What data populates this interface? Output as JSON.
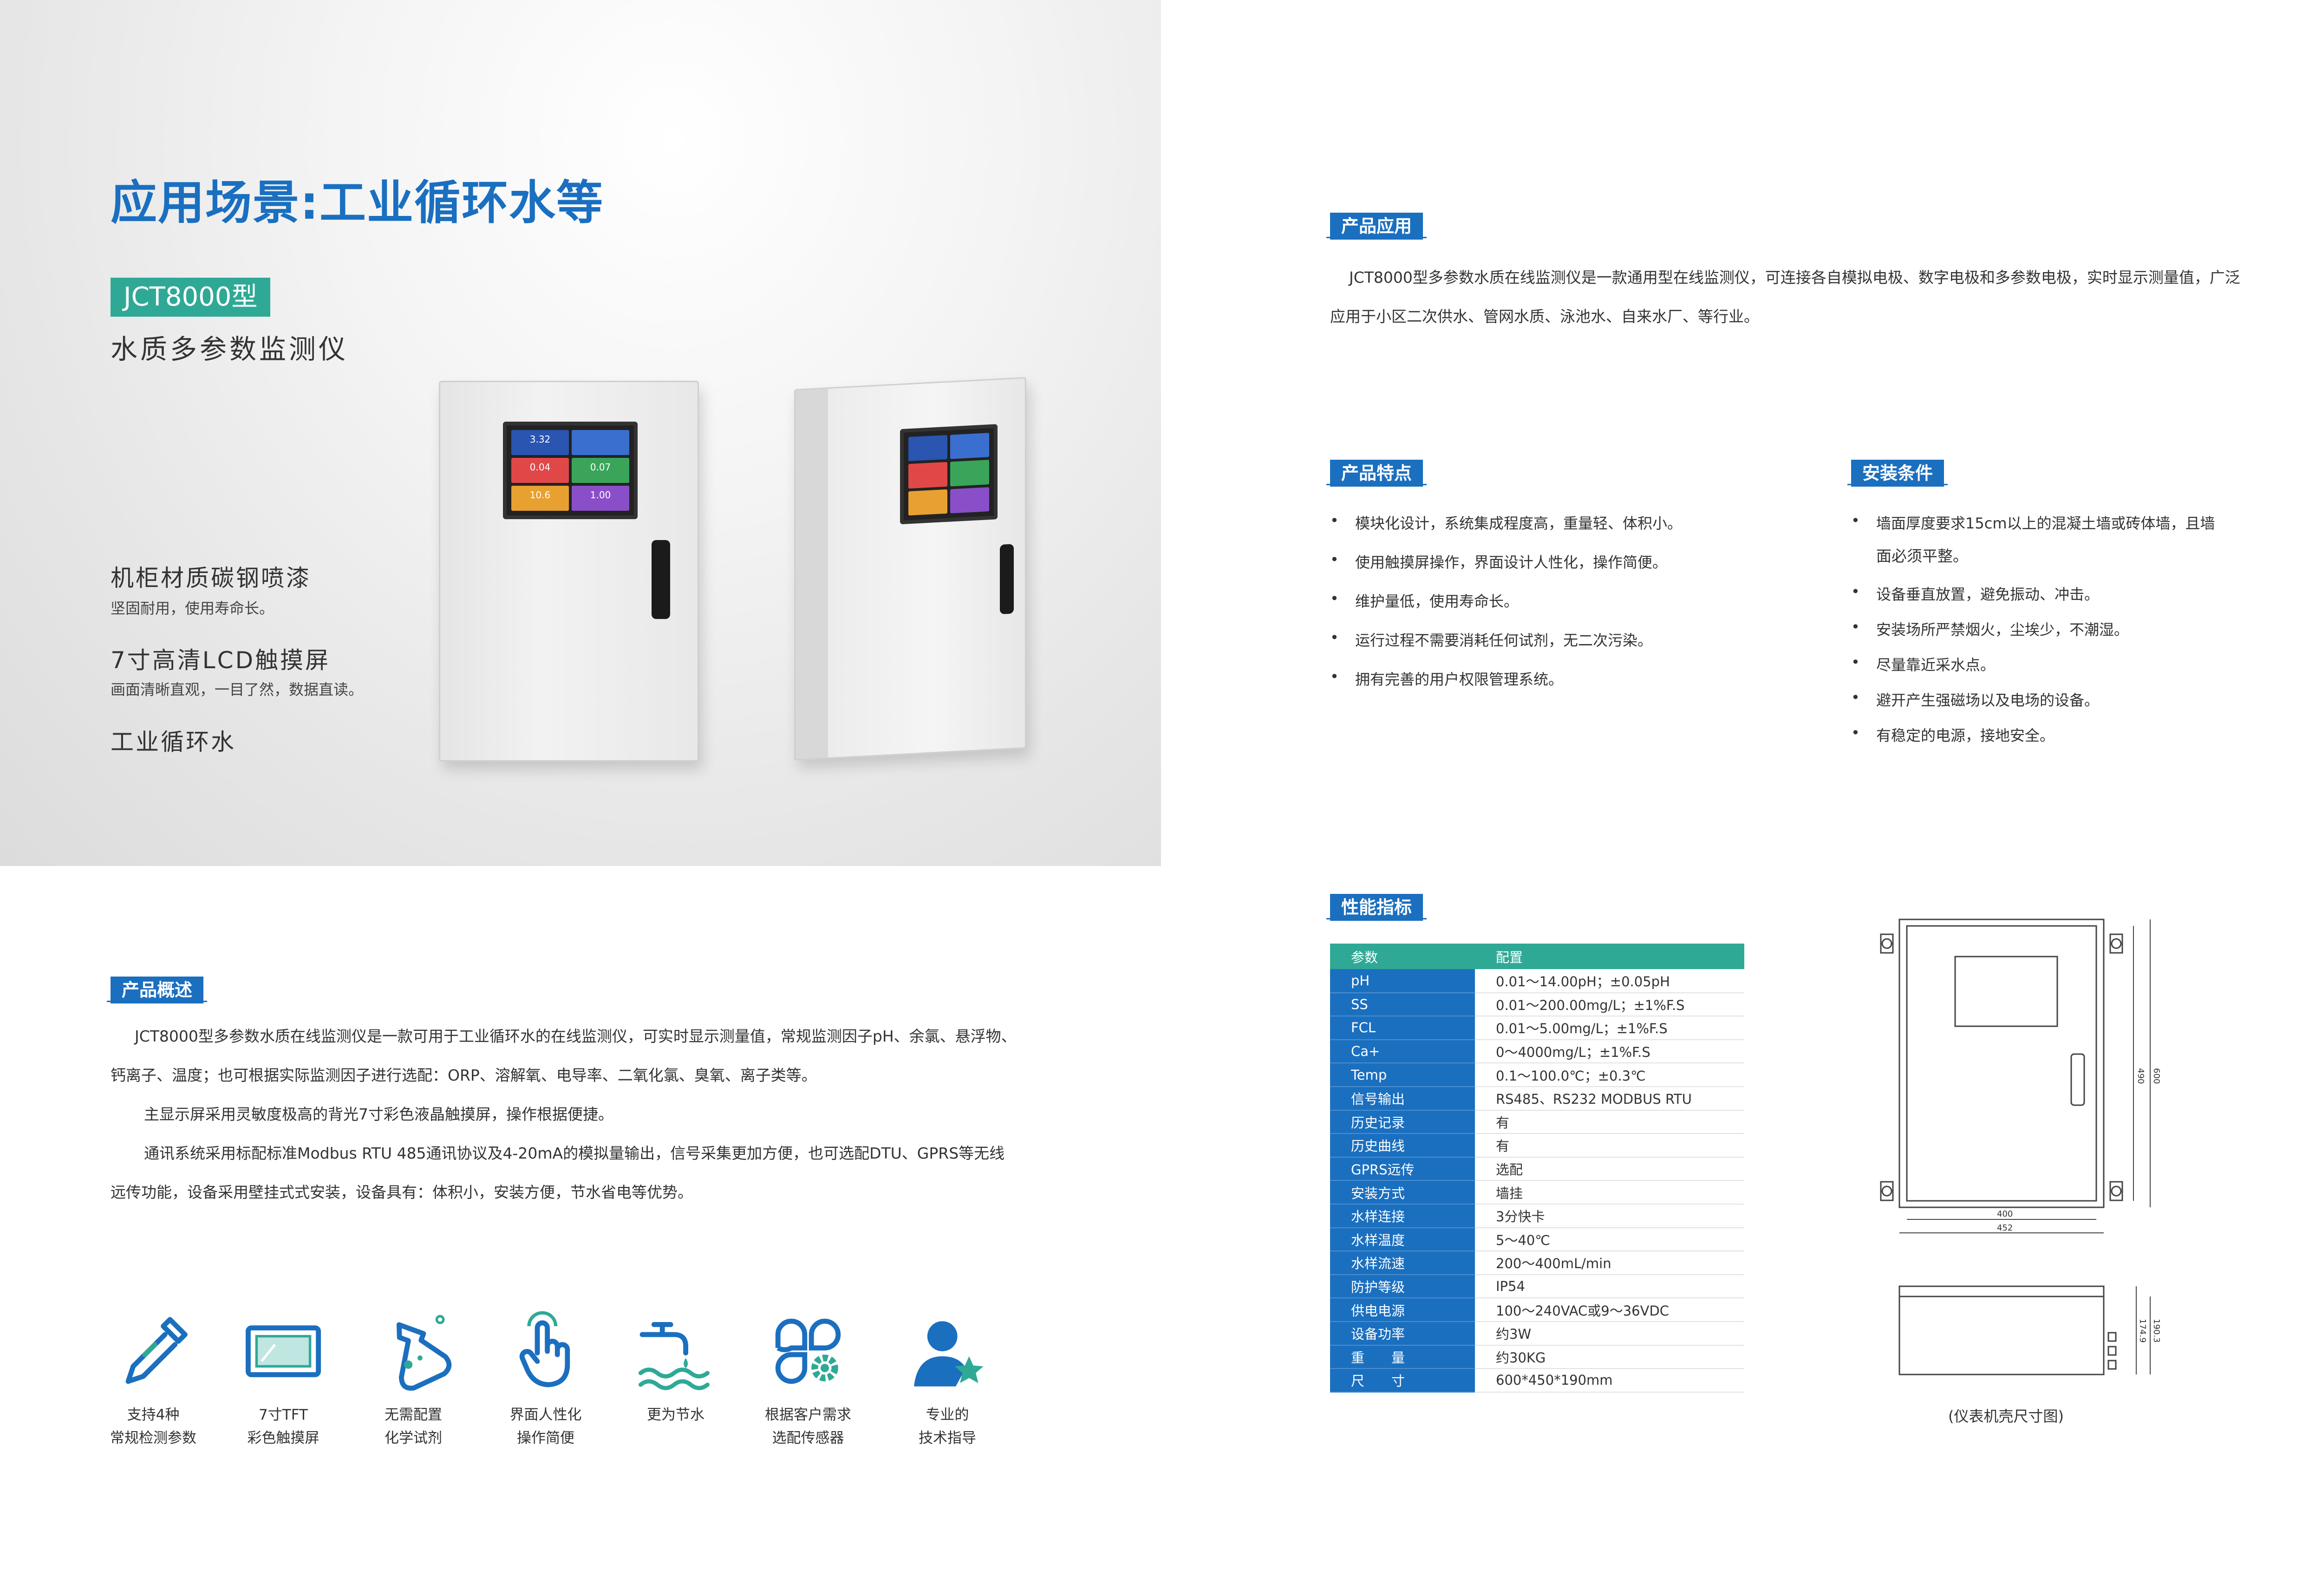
{
  "hero": {
    "title": "应用场景:工业循环水等",
    "model": "JCT8000型",
    "product_name": "水质多参数监测仪",
    "features": [
      {
        "title": "机柜材质碳钢喷漆",
        "desc": "坚固耐用，使用寿命长。"
      },
      {
        "title": "7寸高清LCD触摸屏",
        "desc": "画面清晰直观，一目了然，数据直读。"
      },
      {
        "title": "工业循环水",
        "desc": ""
      }
    ],
    "screen_values": [
      "3.32",
      "0.04",
      "0.07",
      "10.6",
      "1.00"
    ]
  },
  "overview": {
    "label": "产品概述",
    "lines": [
      "JCT8000型多参数水质在线监测仪是一款可用于工业循环水的在线监测仪，可实时显示测量值，常规监测因子pH、余氯、悬浮物、",
      "钙离子、温度；也可根据实际监测因子进行选配：ORP、溶解氧、电导率、二氧化氯、臭氧、离子类等。",
      "主显示屏采用灵敏度极高的背光7寸彩色液晶触摸屏，操作根据便捷。",
      "通讯系统采用标配标准Modbus RTU 485通讯协议及4-20mA的模拟量输出，信号采集更加方便，也可选配DTU、GPRS等无线",
      "远传功能，设备采用壁挂式式安装，设备具有：体积小，安装方便，节水省电等优势。"
    ]
  },
  "icons": [
    {
      "icon": "dropper-icon",
      "line1": "支持4种",
      "line2": "常规检测参数"
    },
    {
      "icon": "screen-icon",
      "line1": "7寸TFT",
      "line2": "彩色触摸屏"
    },
    {
      "icon": "flask-icon",
      "line1": "无需配置",
      "line2": "化学试剂"
    },
    {
      "icon": "touch-hand-icon",
      "line1": "界面人性化",
      "line2": "操作简便"
    },
    {
      "icon": "water-tap-icon",
      "line1": "更为节水",
      "line2": ""
    },
    {
      "icon": "modules-icon",
      "line1": "根据客户需求",
      "line2": "选配传感器"
    },
    {
      "icon": "expert-icon",
      "line1": "专业的",
      "line2": "技术指导"
    }
  ],
  "application": {
    "label": "产品应用",
    "lines": [
      "JCT8000型多参数水质在线监测仪是一款通用型在线监测仪，可连接各自模拟电极、数字电极和多参数电极，实时显示测量值，广泛",
      "应用于小区二次供水、管网水质、泳池水、自来水厂、等行业。"
    ]
  },
  "features": {
    "label": "产品特点",
    "items": [
      "模块化设计，系统集成程度高，重量轻、体积小。",
      "使用触摸屏操作，界面设计人性化，操作简便。",
      "维护量低，使用寿命长。",
      "运行过程不需要消耗任何试剂，无二次污染。",
      "拥有完善的用户权限管理系统。"
    ]
  },
  "install": {
    "label": "安装条件",
    "items": [
      "墙面厚度要求15cm以上的混凝土墙或砖体墙，且墙",
      "面必须平整。",
      "设备垂直放置，避免振动、冲击。",
      "安装场所严禁烟火，尘埃少，不潮湿。",
      "尽量靠近采水点。",
      "避开产生强磁场以及电场的设备。",
      "有稳定的电源，接地安全。"
    ]
  },
  "specs": {
    "label": "性能指标",
    "header": [
      "参数",
      "配置"
    ],
    "rows": [
      [
        "pH",
        "0.01～14.00pH；±0.05pH"
      ],
      [
        "SS",
        "0.01～200.00mg/L；±1%F.S"
      ],
      [
        "FCL",
        "0.01～5.00mg/L；±1%F.S"
      ],
      [
        "Ca+",
        "0～4000mg/L；±1%F.S"
      ],
      [
        "Temp",
        "0.1～100.0℃；±0.3℃"
      ],
      [
        "信号输出",
        "RS485、RS232 MODBUS RTU"
      ],
      [
        "历史记录",
        "有"
      ],
      [
        "历史曲线",
        "有"
      ],
      [
        "GPRS远传",
        "选配"
      ],
      [
        "安装方式",
        "墙挂"
      ],
      [
        "水样连接",
        "3分快卡"
      ],
      [
        "水样温度",
        "5～40℃"
      ],
      [
        "水样流速",
        "200～400mL/min"
      ],
      [
        "防护等级",
        "IP54"
      ],
      [
        "供电电源",
        "100～240VAC或9～36VDC"
      ],
      [
        "设备功率",
        "约3W"
      ],
      [
        "重　　量",
        "约30KG"
      ],
      [
        "尺　　寸",
        "600*450*190mm"
      ]
    ]
  },
  "drawing": {
    "dims": {
      "w_inner": "400",
      "w_outer": "452",
      "h_inner": "490",
      "h_outer": "600",
      "d_a": "190.3",
      "d_b": "174.9"
    },
    "caption": "(仪表机壳尺寸图)"
  },
  "colors": {
    "blue": "#1b6fbf",
    "teal": "#2fa996",
    "title_blue": "#1a6fc0"
  }
}
